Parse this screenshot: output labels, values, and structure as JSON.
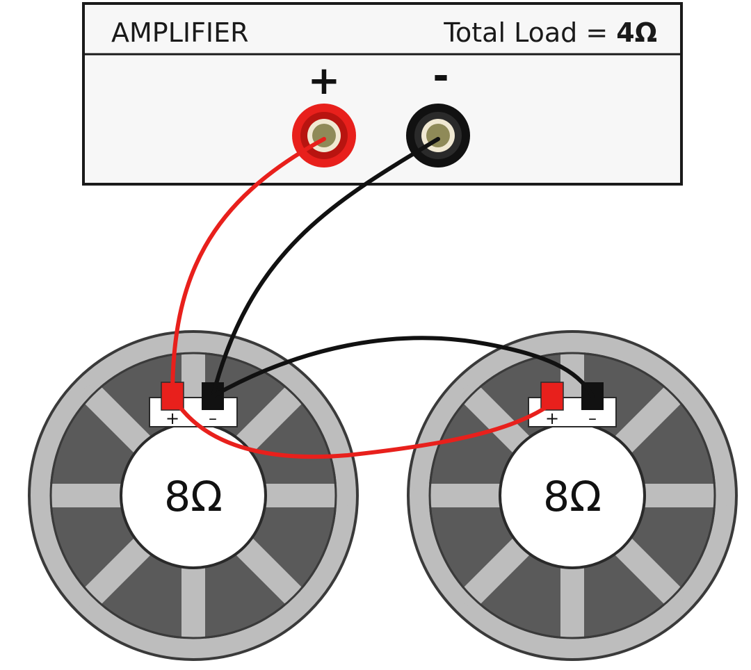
{
  "amplifier": {
    "title": "AMPLIFIER",
    "load_prefix": "Total Load = ",
    "load_value": "4Ω",
    "plus_label": "+",
    "minus_label": "-"
  },
  "speakers": [
    {
      "impedance": "8Ω",
      "plus_label": "+",
      "minus_label": "–"
    },
    {
      "impedance": "8Ω",
      "plus_label": "+",
      "minus_label": "–"
    }
  ],
  "colors": {
    "positive_wire": "#e8201c",
    "negative_wire": "#111111",
    "speaker_frame": "#bdbdbd",
    "speaker_cone": "#5a5a5a",
    "terminal_positive": "#e8201c",
    "terminal_negative": "#111111"
  }
}
